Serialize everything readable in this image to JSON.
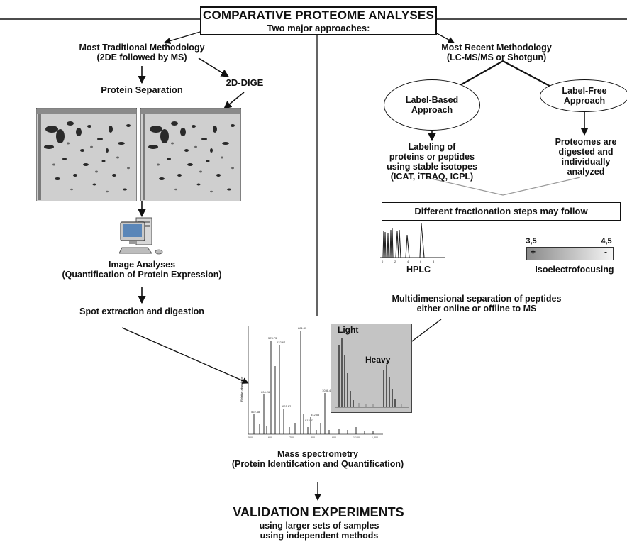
{
  "title": {
    "main": "COMPARATIVE PROTEOME ANALYSES",
    "sub": "Two major approaches:"
  },
  "left": {
    "heading_line1": "Most Traditional Methodology",
    "heading_line2": "(2DE followed by MS)",
    "dige": "2D-DIGE",
    "protein_separation": "Protein Separation",
    "image_analyses_line1": "Image Analyses",
    "image_analyses_line2": "(Quantification of Protein Expression)",
    "spot_extraction": "Spot extraction and digestion"
  },
  "right": {
    "heading_line1": "Most Recent Methodology",
    "heading_line2": "(LC-MS/MS or Shotgun)",
    "label_based_line1": "Label-Based",
    "label_based_line2": "Approach",
    "label_free_line1": "Label-Free",
    "label_free_line2": "Approach",
    "labeling_lines": [
      "Labeling of",
      "proteins or peptides",
      "using stable isotopes",
      "(ICAT, iTRAQ, ICPL)"
    ],
    "proteomes_lines": [
      "Proteomes are",
      "digested and",
      "individually",
      "analyzed"
    ],
    "fractionation": "Different fractionation steps may follow",
    "hplc": "HPLC",
    "ief": "Isoelectrofocusing",
    "ief_low": "3,5",
    "ief_high": "4,5",
    "ief_plus": "+",
    "ief_minus": "-",
    "multidim_line1": "Multidimensional separation of peptides",
    "multidim_line2": "either online or offline to MS"
  },
  "ms": {
    "light": "Light",
    "heavy": "Heavy",
    "label_line1": "Mass spectrometry",
    "label_line2": "(Protein Identifcation and Quantification)"
  },
  "validation": {
    "heading": "VALIDATION EXPERIMENTS",
    "line1": "using larger sets of samples",
    "line2": "using independent methods"
  },
  "colors": {
    "ink": "#111111",
    "gel_bg": "#c9c9c9",
    "inset_bg": "#c4c4c4",
    "line": "#222222"
  }
}
